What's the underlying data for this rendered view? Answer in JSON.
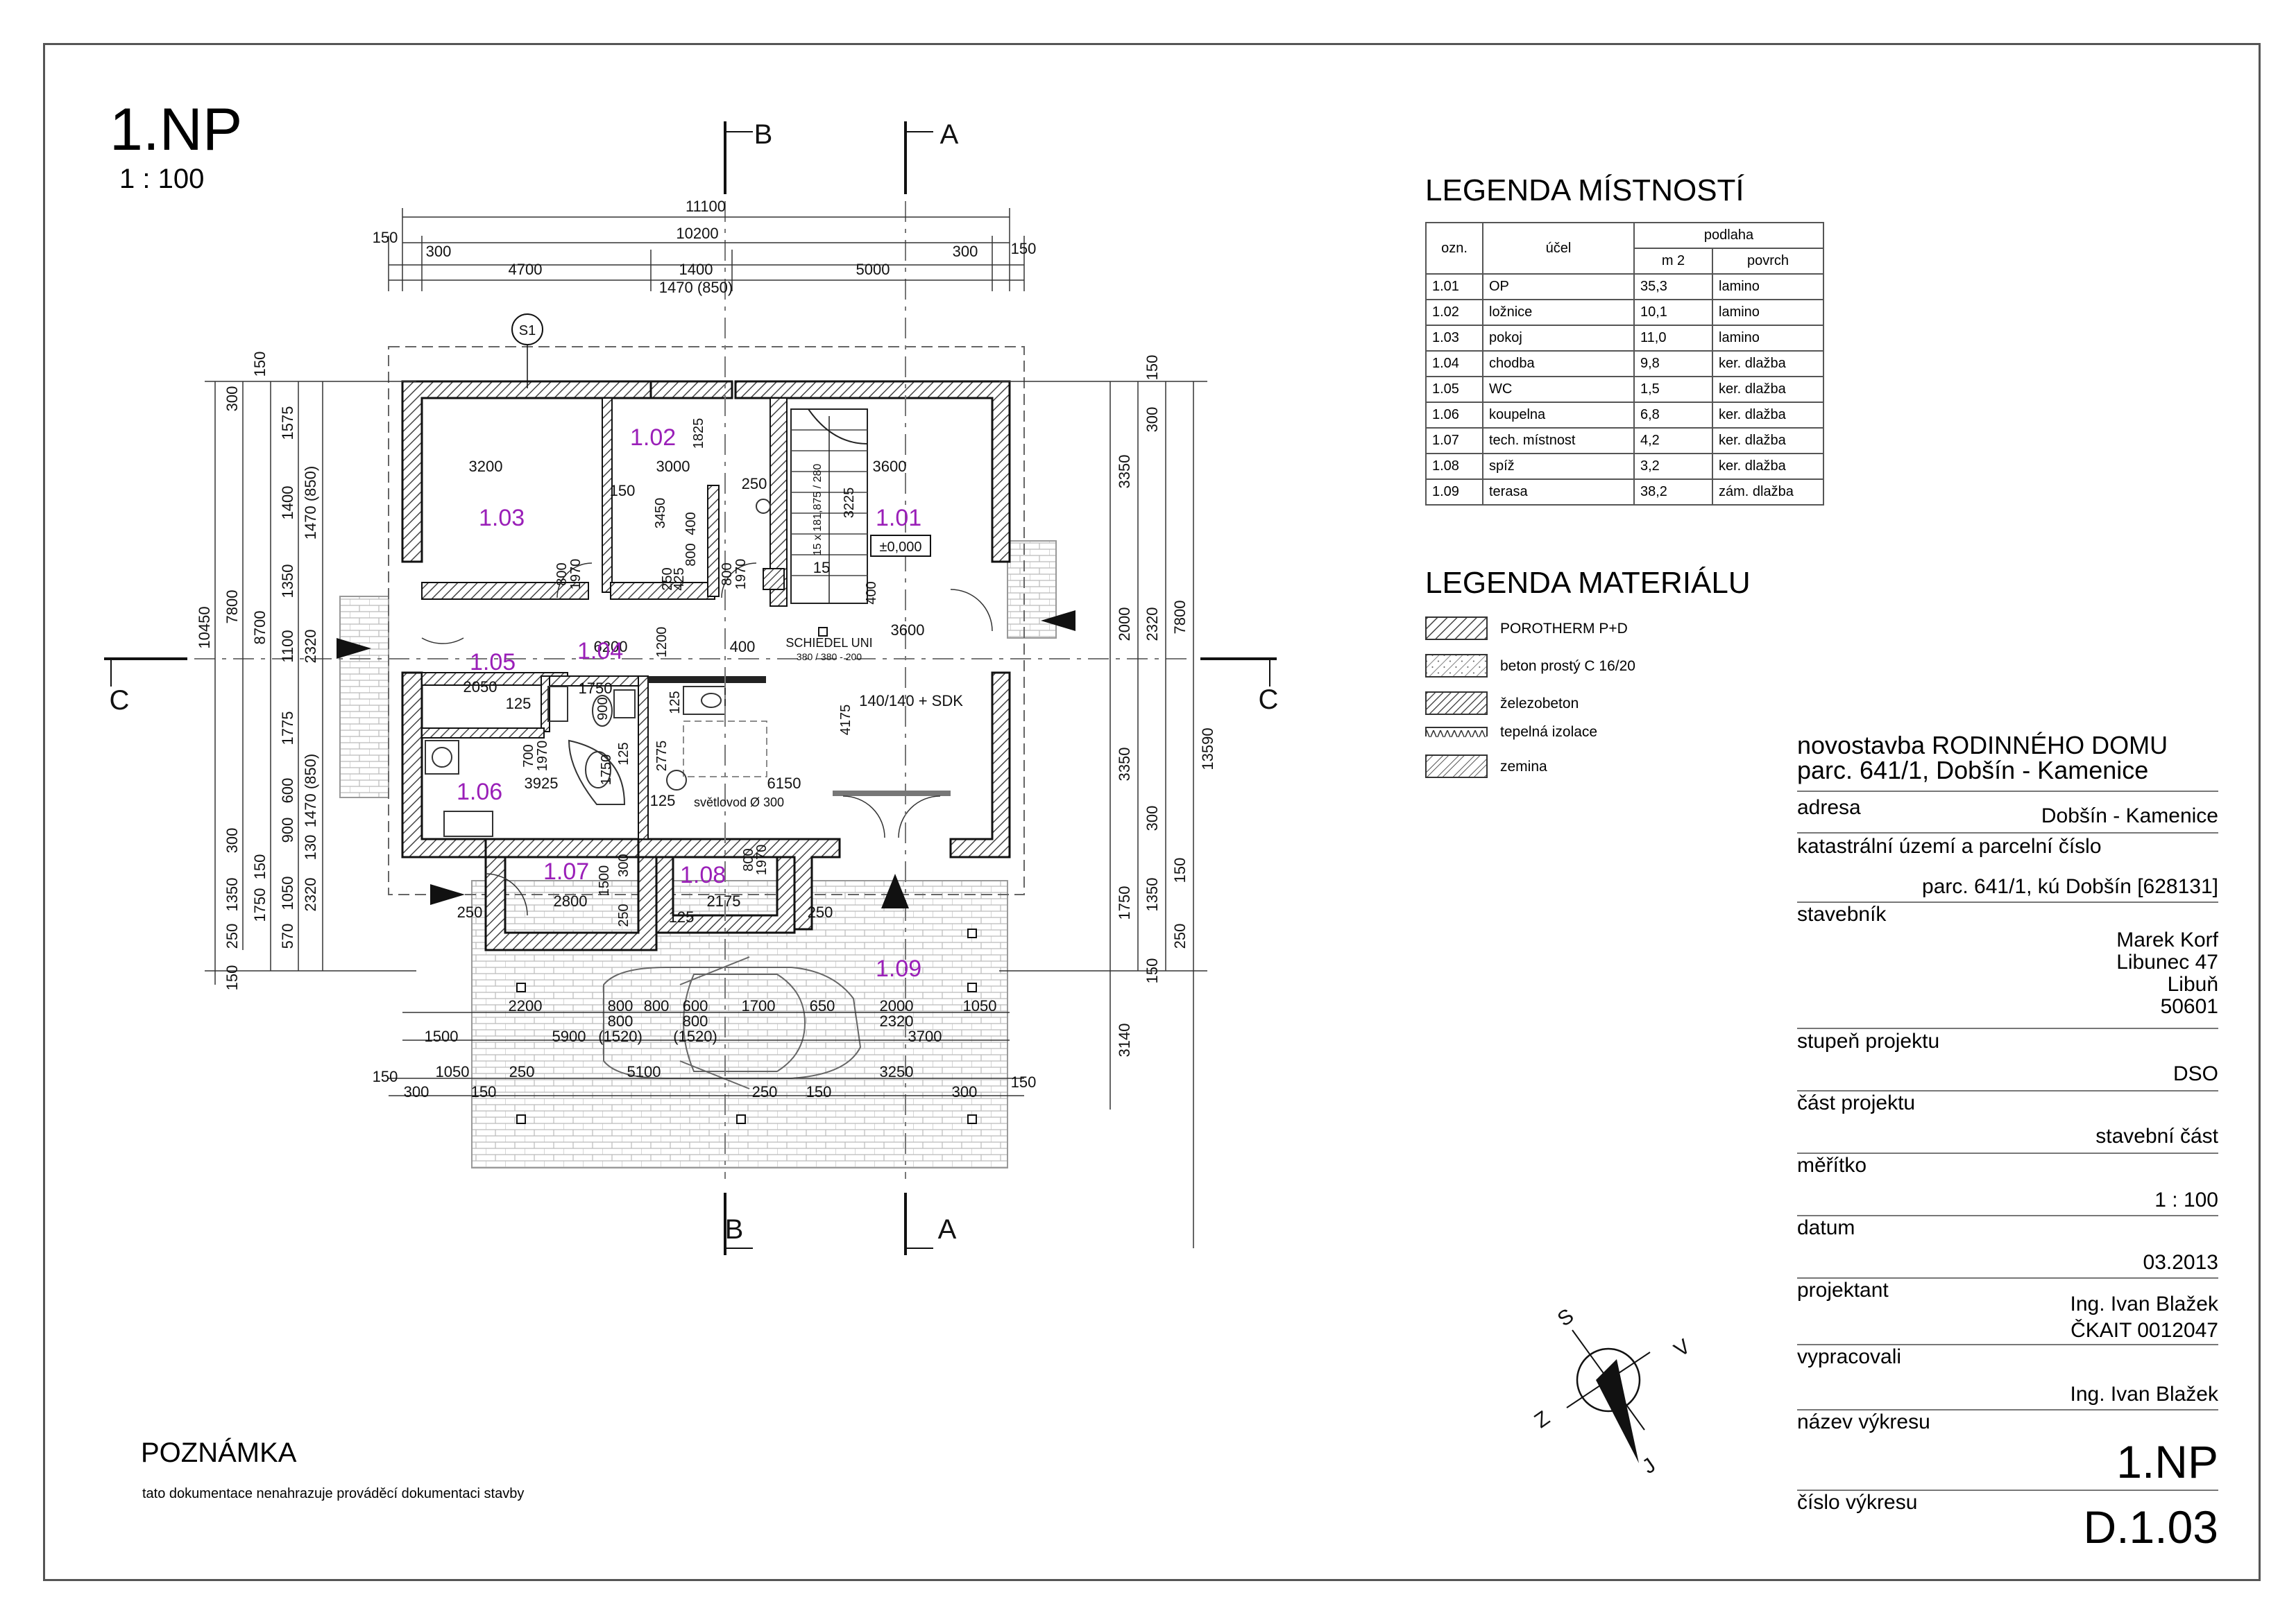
{
  "drawing": {
    "floor_label": "1.NP",
    "scale_label": "1 : 100"
  },
  "section_marks": {
    "b": "B",
    "a": "A",
    "c": "C"
  },
  "rooms_legend": {
    "title": "LEGENDA MÍSTNOSTÍ",
    "headers": {
      "ozn": "ozn.",
      "ucel": "účel",
      "podlaha": "podlaha",
      "m2": "m 2",
      "povrch": "povrch"
    },
    "rows": [
      {
        "ozn": "1.01",
        "ucel": "OP",
        "m2": "35,3",
        "povrch": "lamino"
      },
      {
        "ozn": "1.02",
        "ucel": "ložnice",
        "m2": "10,1",
        "povrch": "lamino"
      },
      {
        "ozn": "1.03",
        "ucel": "pokoj",
        "m2": "11,0",
        "povrch": "lamino"
      },
      {
        "ozn": "1.04",
        "ucel": "chodba",
        "m2": "9,8",
        "povrch": "ker. dlažba"
      },
      {
        "ozn": "1.05",
        "ucel": "WC",
        "m2": "1,5",
        "povrch": "ker. dlažba"
      },
      {
        "ozn": "1.06",
        "ucel": "koupelna",
        "m2": "6,8",
        "povrch": "ker. dlažba"
      },
      {
        "ozn": "1.07",
        "ucel": "tech. místnost",
        "m2": "4,2",
        "povrch": "ker. dlažba"
      },
      {
        "ozn": "1.08",
        "ucel": "spíž",
        "m2": "3,2",
        "povrch": "ker. dlažba"
      },
      {
        "ozn": "1.09",
        "ucel": "terasa",
        "m2": "38,2",
        "povrch": "zám. dlažba"
      }
    ]
  },
  "materials_legend": {
    "title": "LEGENDA MATERIÁLU",
    "items": [
      {
        "label": "POROTHERM P+D"
      },
      {
        "label": "beton prostý C 16/20"
      },
      {
        "label": "železobeton"
      },
      {
        "label": "tepelná izolace"
      },
      {
        "label": "zemina"
      }
    ]
  },
  "title_block": {
    "project_line1": "novostavba RODINNÉHO DOMU",
    "project_line2": "parc. 641/1, Dobšín - Kamenice",
    "address_label": "adresa",
    "address_value": "Dobšín - Kamenice",
    "parcel_label": "katastrální území a parcelní číslo",
    "parcel_value": "parc. 641/1, kú Dobšín [628131]",
    "builder_label": "stavebník",
    "builder_lines": [
      "Marek Korf",
      "Libunec 47",
      "Libuň",
      "50601"
    ],
    "stage_label": "stupeň projektu",
    "stage_value": "DSO",
    "part_label": "část projektu",
    "part_value": "stavební část",
    "scale_label": "měřítko",
    "scale_value": "1 : 100",
    "date_label": "datum",
    "date_value": "03.2013",
    "designer_label": "projektant",
    "designer_lines": [
      "Ing. Ivan Blažek",
      "ČKAIT 0012047"
    ],
    "drawn_label": "vypracovali",
    "drawn_value": "Ing. Ivan Blažek",
    "drawing_name_label": "název výkresu",
    "drawing_name_value": "1.NP",
    "drawing_no_label": "číslo výkresu",
    "drawing_no_value": "D.1.03"
  },
  "note": {
    "title": "POZNÁMKA",
    "text": "tato dokumentace nenahrazuje prováděcí dokumentaci stavby"
  },
  "compass": {
    "s": "S",
    "v": "V",
    "j": "J",
    "z": "Z"
  },
  "plan": {
    "rooms": {
      "r101": "1.01",
      "r102": "1.02",
      "r103": "1.03",
      "r104": "1.04",
      "r105": "1.05",
      "r106": "1.06",
      "r107": "1.07",
      "r108": "1.08",
      "r109": "1.09"
    },
    "level": "±0,000",
    "s1": "S1",
    "chimney": "SCHIEDEL UNI",
    "chimney_size": "380 / 380 - 200",
    "column": "140/140 + SDK",
    "skylight": "světlovod Ø 300",
    "stairs": "15 x 181,875 / 280",
    "dims_top": {
      "total": "11100",
      "inner": "10200",
      "l150": "150",
      "r150": "150",
      "l300": "300",
      "r300": "300",
      "d4700": "4700",
      "d1400": "1400",
      "d5000": "5000",
      "d1470": "1470 (850)"
    },
    "dims_left": {
      "d10450": "10450",
      "d7800": "7800",
      "d8700": "8700",
      "d150a": "150",
      "d300a": "300",
      "d1575": "1575",
      "d1400": "1400",
      "d1470": "1470 (850)",
      "d1350a": "1350",
      "d2320a": "2320",
      "d1100": "1100",
      "d1775": "1775",
      "d1470b": "1470 (850)",
      "d600": "600",
      "d900": "900",
      "d130": "130",
      "d300b": "300",
      "d150b": "150",
      "d1350b": "1350",
      "d1050": "1050",
      "d1750": "1750",
      "d2320b": "2320",
      "d250": "250",
      "d570": "570",
      "d150c": "150"
    },
    "dims_right": {
      "d13590": "13590",
      "d7800": "7800",
      "d150a": "150",
      "d300a": "300",
      "d3350a": "3350",
      "d2000": "2000",
      "d2320": "2320",
      "d3350b": "3350",
      "d300b": "300",
      "d1750": "1750",
      "d1350": "1350",
      "d150b": "150",
      "d250": "250",
      "d150c": "150",
      "d3140": "3140"
    },
    "dims_inner": {
      "a3200": "3200",
      "a3000": "3000",
      "a3600": "3600",
      "a150": "150",
      "a1825": "1825",
      "a250": "250",
      "a3225": "3225",
      "a3450": "3450",
      "a400a": "400",
      "a800a": "800",
      "a425": "425",
      "a250b": "250",
      "a800b": "800",
      "a1970a": "1970",
      "a800c": "800",
      "a1970b": "1970",
      "a400b": "400",
      "a15": "15",
      "a6200": "6200",
      "a3600b": "3600",
      "a400c": "400",
      "a1200": "1200",
      "a2050": "2050",
      "a1750": "1750",
      "a125a": "125",
      "a900": "900",
      "a125b": "125",
      "a2775": "2775",
      "a700": "700",
      "a1970c": "1970",
      "a3925": "3925",
      "a1750b": "1750",
      "a125c": "125",
      "a6150": "6150",
      "a4175": "4175",
      "a125d": "125",
      "a2800": "2800",
      "a1500": "1500",
      "a300": "300",
      "a250c": "250",
      "a2175": "2175",
      "a125e": "125",
      "a800d": "800",
      "a1970d": "1970",
      "a250d": "250",
      "a250e": "250"
    },
    "dims_bottom": {
      "b2200": "2200",
      "b800a": "800",
      "b800b": "800",
      "b600": "600",
      "b1700": "1700",
      "b650": "650",
      "b2000": "2000",
      "b1050": "1050",
      "b800c": "800",
      "b1520a": "(1520)",
      "b800d": "800",
      "b1520b": "(1520)",
      "b2320": "2320",
      "b1500": "1500",
      "b5900": "5900",
      "b3700": "3700",
      "b150a": "150",
      "b1050b": "1050",
      "b250a": "250",
      "b5100": "5100",
      "b3250": "3250",
      "b150b": "150",
      "b300a": "300",
      "b150c": "150",
      "b250b": "250",
      "b150d": "150",
      "b300b": "300"
    }
  }
}
